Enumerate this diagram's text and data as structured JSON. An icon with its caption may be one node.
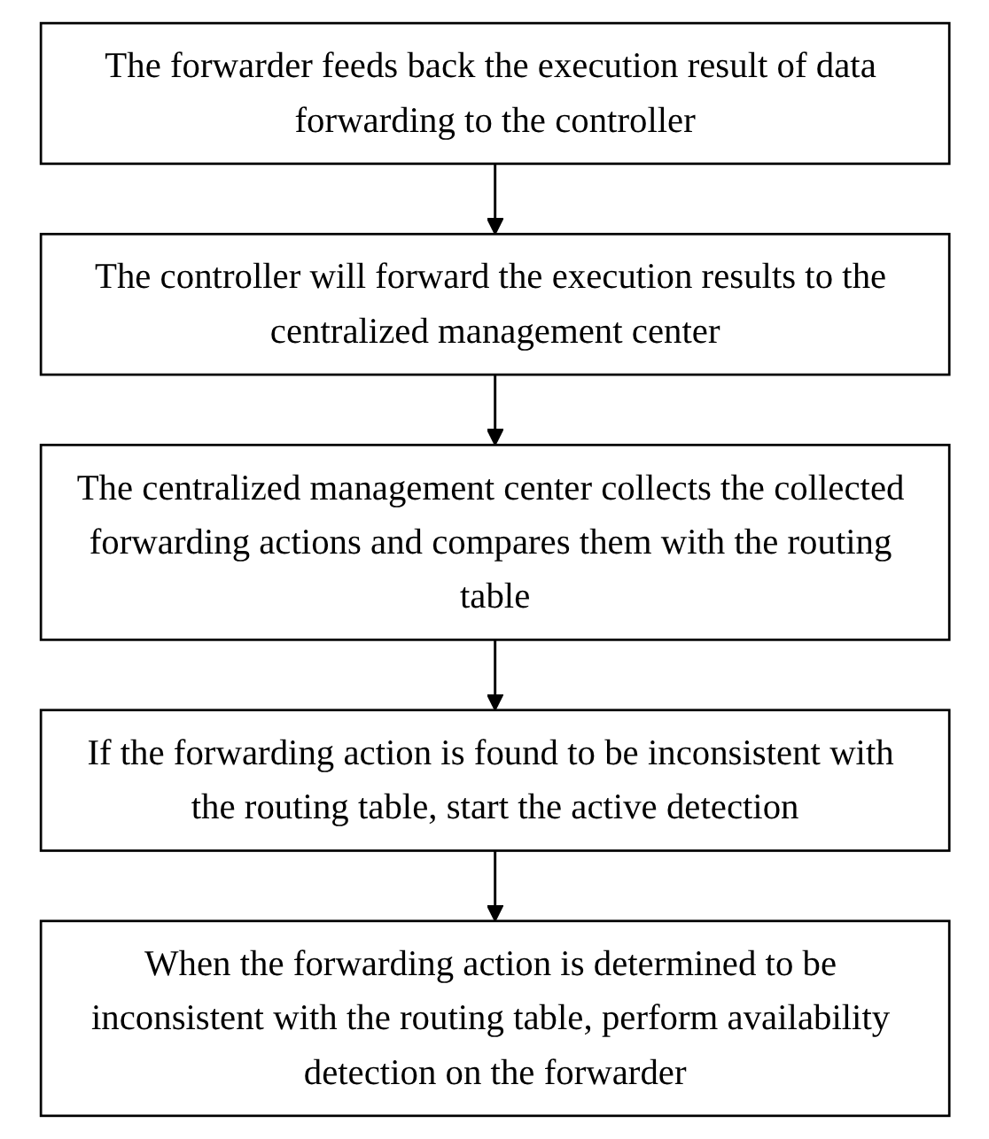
{
  "diagram": {
    "nodes": [
      {
        "text": [
          "The forwarder feeds back the execution result of data forwarding to the controller"
        ]
      },
      {
        "text": [
          "The controller will forward the execution results to the centralized management center"
        ]
      },
      {
        "text": [
          "The centralized management center collects the collected forwarding actions and compares them with the routing table"
        ]
      },
      {
        "text": [
          "If the forwarding action is found to be inconsistent with the routing table, start the active detection"
        ]
      },
      {
        "text": [
          "When the forwarding action is determined to be inconsistent with the routing table, perform availability detection on the forwarder"
        ]
      }
    ],
    "edges": [
      {
        "from": 0,
        "to": 1,
        "arrow": "to"
      },
      {
        "from": 1,
        "to": 2,
        "arrow": "to"
      },
      {
        "from": 2,
        "to": 3,
        "arrow": "to"
      },
      {
        "from": 3,
        "to": 4,
        "arrow": "to"
      }
    ]
  }
}
